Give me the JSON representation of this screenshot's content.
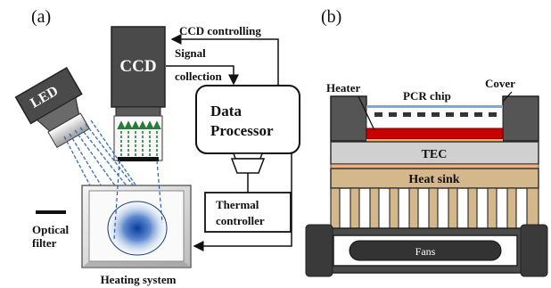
{
  "panel_a": {
    "label": "(a)",
    "ccd": "CCD",
    "led": "LED",
    "ccd_controlling": "CCD controlling",
    "signal_collection_1": "Signal",
    "signal_collection_2": "collection",
    "data_processor_1": "Data",
    "data_processor_2": "Processor",
    "thermal_controller_1": "Thermal",
    "thermal_controller_2": "controller",
    "optical_filter_1": "Optical",
    "optical_filter_2": "filter",
    "heating_system": "Heating system"
  },
  "panel_b": {
    "label": "(b)",
    "heater": "Heater",
    "cover": "Cover",
    "pcr_chip": "PCR chip",
    "tec": "TEC",
    "heat_sink": "Heat sink",
    "fans": "Fans"
  },
  "colors": {
    "ccd_body": "#4a4a4a",
    "heater_red": "#c80000",
    "heat_sink": "#d4b88c",
    "tec": "#d0d0d0",
    "blue_light": "#1f5fb0",
    "arrow_green": "#2a7a3a"
  }
}
